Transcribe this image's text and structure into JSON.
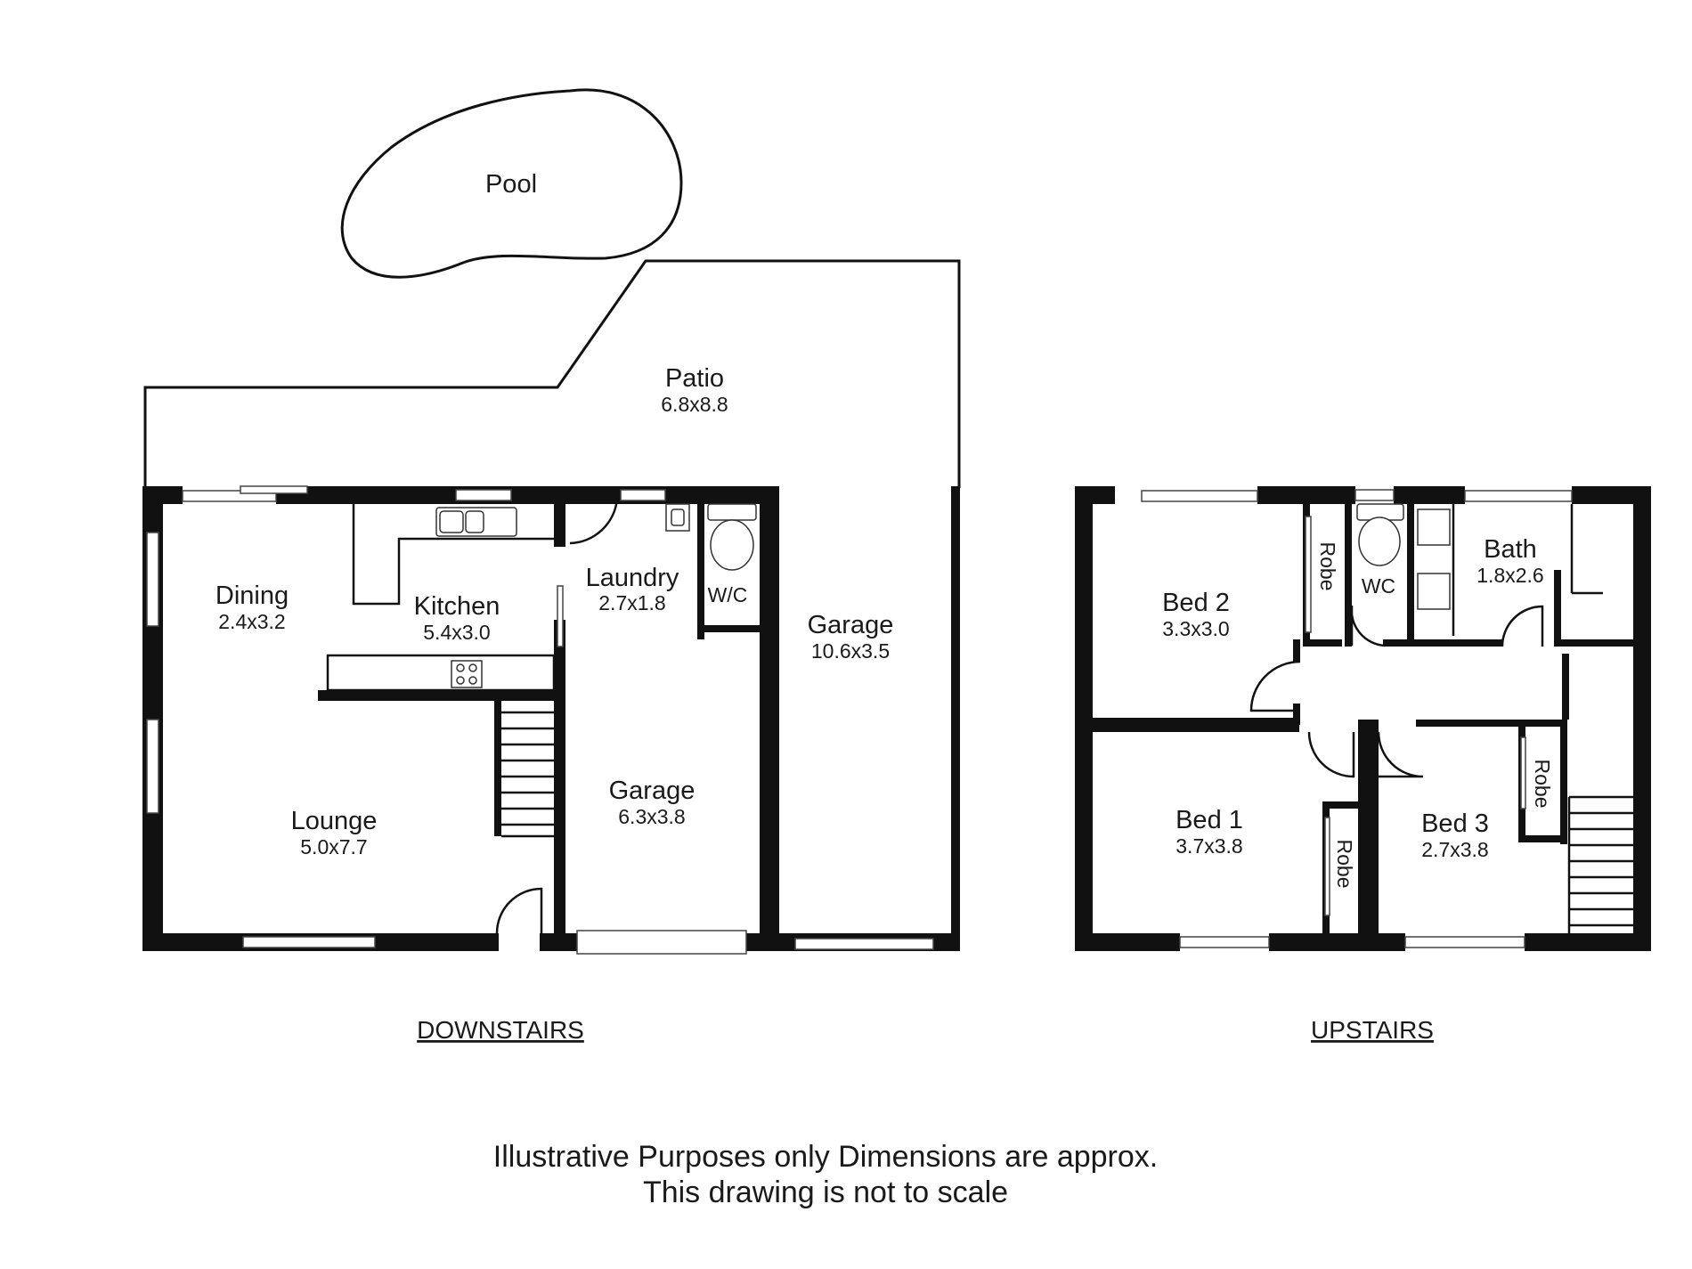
{
  "rooms": {
    "pool": {
      "name": "Pool"
    },
    "patio": {
      "name": "Patio",
      "dim": "6.8x8.8"
    },
    "dining": {
      "name": "Dining",
      "dim": "2.4x3.2"
    },
    "kitchen": {
      "name": "Kitchen",
      "dim": "5.4x3.0"
    },
    "laundry": {
      "name": "Laundry",
      "dim": "2.7x1.8"
    },
    "wc_down": {
      "name": "W/C"
    },
    "garage_large": {
      "name": "Garage",
      "dim": "10.6x3.5"
    },
    "garage_small": {
      "name": "Garage",
      "dim": "6.3x3.8"
    },
    "lounge": {
      "name": "Lounge",
      "dim": "5.0x7.7"
    },
    "bed2": {
      "name": "Bed 2",
      "dim": "3.3x3.0"
    },
    "robe_bed2": {
      "name": "Robe"
    },
    "wc_up": {
      "name": "WC"
    },
    "bath": {
      "name": "Bath",
      "dim": "1.8x2.6"
    },
    "bed1": {
      "name": "Bed 1",
      "dim": "3.7x3.8"
    },
    "robe_bed1": {
      "name": "Robe"
    },
    "bed3": {
      "name": "Bed 3",
      "dim": "2.7x3.8"
    },
    "robe_bed3": {
      "name": "Robe"
    }
  },
  "floors": {
    "downstairs": "DOWNSTAIRS",
    "upstairs": "UPSTAIRS"
  },
  "disclaimer": {
    "line1": "Illustrative Purposes only Dimensions are approx.",
    "line2": "This drawing is not to scale"
  }
}
